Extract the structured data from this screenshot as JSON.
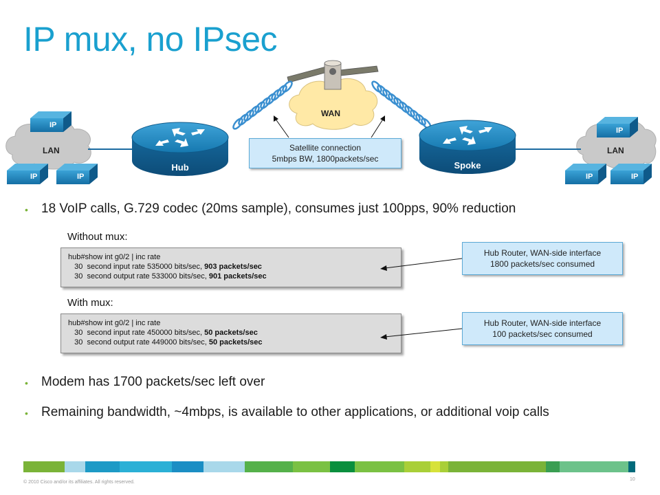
{
  "slide": {
    "title": "IP mux, no IPsec",
    "page_number": "10",
    "copyright": "© 2010 Cisco and/or its affiliates. All rights reserved."
  },
  "diagram": {
    "wan_label": "WAN",
    "lan_left_label": "LAN",
    "lan_right_label": "LAN",
    "hub_label": "Hub",
    "spoke_label": "Spoke",
    "phone_label": "IP",
    "satellite_callout": [
      "Satellite connection",
      "5mbps BW, 1800packets/sec"
    ]
  },
  "bullets": [
    "18 VoIP calls, G.729 codec (20ms sample), consumes just 100pps, 90% reduction",
    "Modem has 1700 packets/sec left over",
    "Remaining bandwidth, ~4mbps, is available to other applications, or additional voip calls"
  ],
  "without_mux": {
    "heading": "Without mux:",
    "cmd": "hub#show int g0/2 | inc rate",
    "in_prefix": "   30  second input rate 535000 bits/sec, ",
    "in_bold": "903 packets/sec",
    "out_prefix": "   30  second output rate 533000 bits/sec, ",
    "out_bold": "901 packets/sec",
    "callout": [
      "Hub Router, WAN-side interface",
      "1800 packets/sec consumed"
    ]
  },
  "with_mux": {
    "heading": "With mux:",
    "cmd": "hub#show int g0/2 | inc rate",
    "in_prefix": "   30  second input rate 450000 bits/sec, ",
    "in_bold": "50 packets/sec",
    "out_prefix": "   30  second output rate 449000 bits/sec, ",
    "out_bold": "50 packets/sec",
    "callout": [
      "Hub Router, WAN-side interface",
      "100 packets/sec consumed"
    ]
  },
  "colors": {
    "title": "#1aa0cf",
    "router": "#1679b0",
    "cloud": "#c9c9c9",
    "wan_cloud": "#ffe9a6",
    "bullet": "#7ab338",
    "callout_bg": "#cfe9fa"
  }
}
